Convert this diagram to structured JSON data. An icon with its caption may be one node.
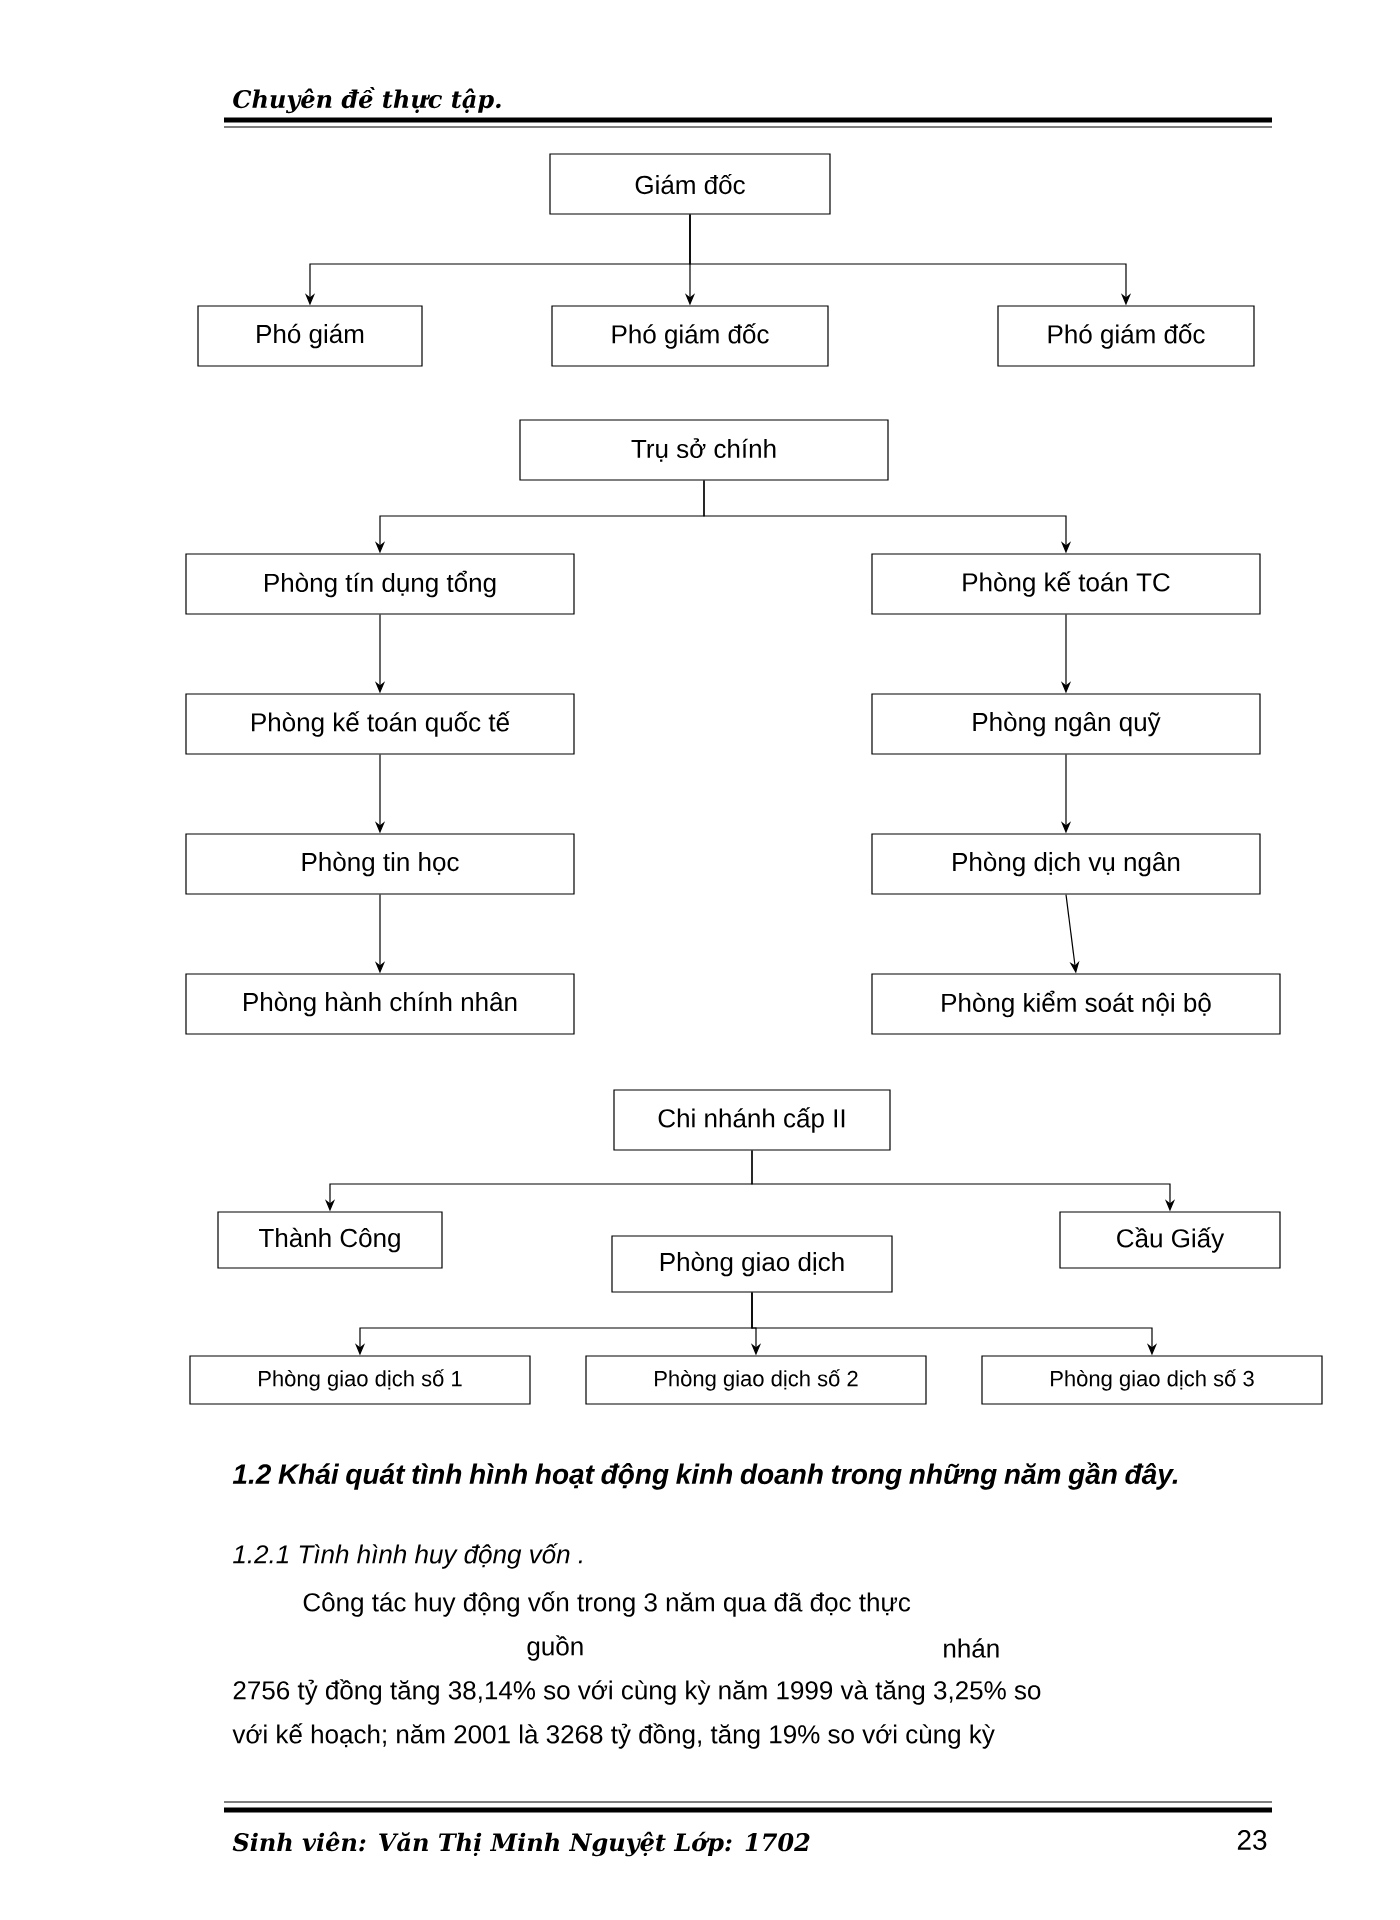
{
  "diagram": {
    "nodes": [
      {
        "text": [
          "Giám đốc"
        ]
      },
      {
        "text": [
          "Phó giám"
        ]
      },
      {
        "text": [
          "Phó giám đốc"
        ]
      },
      {
        "text": [
          "Phó giám đốc"
        ]
      },
      {
        "text": [
          "Trụ sở chính"
        ]
      },
      {
        "text": [
          "Phòng tín dụng tổng"
        ]
      },
      {
        "text": [
          "Phòng kế toán TC"
        ]
      },
      {
        "text": [
          "Phòng kế toán quốc tế"
        ]
      },
      {
        "text": [
          "Phòng ngân quỹ"
        ]
      },
      {
        "text": [
          "Phòng tin học"
        ]
      },
      {
        "text": [
          "Phòng dịch vụ ngân"
        ]
      },
      {
        "text": [
          "Phòng hành chính nhân"
        ]
      },
      {
        "text": [
          "Phòng kiểm soát nội bộ"
        ]
      },
      {
        "text": [
          "Chi nhánh cấp II"
        ]
      },
      {
        "text": [
          "Thành Công"
        ]
      },
      {
        "text": [
          "Cầu Giấy"
        ]
      },
      {
        "text": [
          "Phòng giao dịch"
        ]
      },
      {
        "text": [
          "Phòng giao dịch số 1"
        ]
      },
      {
        "text": [
          "Phòng giao dịch số 2"
        ]
      },
      {
        "text": [
          "Phòng giao dịch số 3"
        ]
      }
    ],
    "edges": [
      {
        "from": 0,
        "to": 1,
        "arrow": "to"
      },
      {
        "from": 0,
        "to": 2,
        "arrow": "to"
      },
      {
        "from": 0,
        "to": 3,
        "arrow": "to"
      },
      {
        "from": 4,
        "to": 5,
        "arrow": "to"
      },
      {
        "from": 4,
        "to": 6,
        "arrow": "to"
      },
      {
        "from": 5,
        "to": 7,
        "arrow": "to"
      },
      {
        "from": 7,
        "to": 9,
        "arrow": "to"
      },
      {
        "from": 9,
        "to": 11,
        "arrow": "to"
      },
      {
        "from": 6,
        "to": 8,
        "arrow": "to"
      },
      {
        "from": 8,
        "to": 10,
        "arrow": "to"
      },
      {
        "from": 10,
        "to": 12,
        "arrow": "to"
      },
      {
        "from": 13,
        "to": 14,
        "arrow": "to"
      },
      {
        "from": 13,
        "to": 15,
        "arrow": "to"
      },
      {
        "from": 16,
        "to": 17,
        "arrow": "to"
      },
      {
        "from": 16,
        "to": 18,
        "arrow": "to"
      },
      {
        "from": 16,
        "to": 19,
        "arrow": "to"
      }
    ],
    "labels": [
      "Chuyên đề thực tập.",
      "1.2 Khái quát tình hình hoạt động kinh doanh trong những năm gần đây.",
      "1.2.1 Tình hình huy động vốn .",
      "Công tác huy động vốn trong 3 năm qua đã đọc thực",
      "guồn",
      "nhán",
      "2756 tỷ đồng tăng 38,14% so với cùng kỳ năm 1999 và tăng 3,25% so",
      "với kế hoạch; năm 2001 là 3268 tỷ đồng, tăng 19% so với cùng kỳ",
      "Sinh viên: Văn Thị Minh Nguyệt  Lớp: 1702",
      "23"
    ]
  }
}
